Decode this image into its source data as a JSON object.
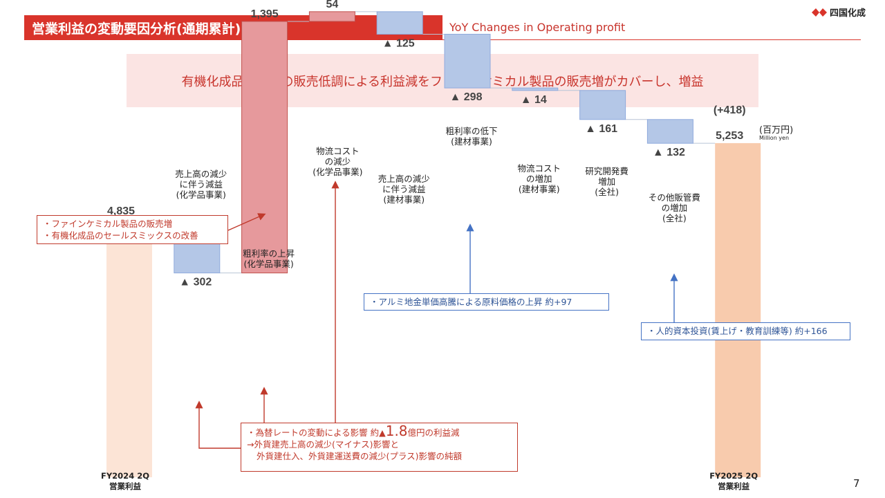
{
  "header": {
    "title": "営業利益の変動要因分析(通期累計)",
    "subtitle": "YoY Changes in Operating profit",
    "logo_text": "四国化成"
  },
  "summary": "有機化成品、建材の販売低調による利益減をファインケミカル製品の販売増がカバーし、増益",
  "unit": {
    "main": "(百万円)",
    "sub": "Million yen"
  },
  "page_number": "7",
  "chart_data": {
    "type": "waterfall",
    "steps": [
      {
        "kind": "total",
        "value": 4835,
        "label": "4,835",
        "category": [
          "FY2024 2Q",
          "営業利益"
        ],
        "color": "#fce4d6"
      },
      {
        "kind": "delta",
        "value": -302,
        "label": "▲ 302",
        "desc": [
          "売上高の減少",
          "に伴う減益",
          "(化学品事業)"
        ],
        "color": "#b4c7e7"
      },
      {
        "kind": "delta",
        "value": 1395,
        "label": "1,395",
        "desc": [
          "粗利率の上昇",
          "(化学品事業)"
        ],
        "color": "#e6999c"
      },
      {
        "kind": "delta",
        "value": 54,
        "label": "54",
        "desc": [
          "物流コスト",
          "の減少",
          "(化学品事業)"
        ],
        "color": "#e6999c"
      },
      {
        "kind": "delta",
        "value": -125,
        "label": "▲ 125",
        "desc": [
          "売上高の減少",
          "に伴う減益",
          "(建材事業)"
        ],
        "color": "#b4c7e7"
      },
      {
        "kind": "delta",
        "value": -298,
        "label": "▲ 298",
        "desc": [
          "粗利率の低下",
          "(建材事業)"
        ],
        "color": "#b4c7e7"
      },
      {
        "kind": "delta",
        "value": -14,
        "label": "▲ 14",
        "desc": [
          "物流コスト",
          "の増加",
          "(建材事業)"
        ],
        "color": "#b4c7e7"
      },
      {
        "kind": "delta",
        "value": -161,
        "label": "▲ 161",
        "desc": [
          "研究開発費",
          "増加",
          "(全社)"
        ],
        "color": "#b4c7e7"
      },
      {
        "kind": "delta",
        "value": -132,
        "label": "▲ 132",
        "desc": [
          "その他販管費",
          "の増加",
          "(全社)"
        ],
        "color": "#b4c7e7"
      },
      {
        "kind": "total",
        "value": 5253,
        "label": "5,253",
        "category": [
          "FY2025 2Q",
          "営業利益"
        ],
        "color": "#f8cbad",
        "change_label": "(+418)"
      }
    ]
  },
  "callouts": {
    "chem": {
      "line1": "・ファインケミカル製品の販売増",
      "line2": "・有機化成品のセールスミックスの改善"
    },
    "fx": {
      "line1_a": "・為替レートの変動による影響 約▲",
      "line1_big": "1.8",
      "line1_b": "億円の利益減",
      "line2": "→外貨建売上高の減少(マイナス)影響と",
      "line3": "外貨建仕入、外貨建運送費の減少(プラス)影響の純額"
    },
    "alu": "・アルミ地金単価高騰による原料価格の上昇 約+97",
    "hr": "・人的資本投資(賃上げ・教育訓練等) 約+166"
  }
}
